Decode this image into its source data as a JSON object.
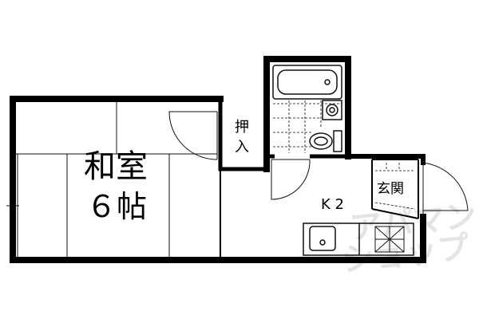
{
  "rooms": {
    "washitsu_line1": "和室",
    "washitsu_line2": "６帖",
    "closet_line1": "押",
    "closet_line2": "入",
    "kitchen": "K 2",
    "entrance": "玄関"
  },
  "watermark": "アパマンショップ",
  "colors": {
    "wall": "#000000",
    "line": "#111111",
    "watermark": "#c8c8c8"
  }
}
